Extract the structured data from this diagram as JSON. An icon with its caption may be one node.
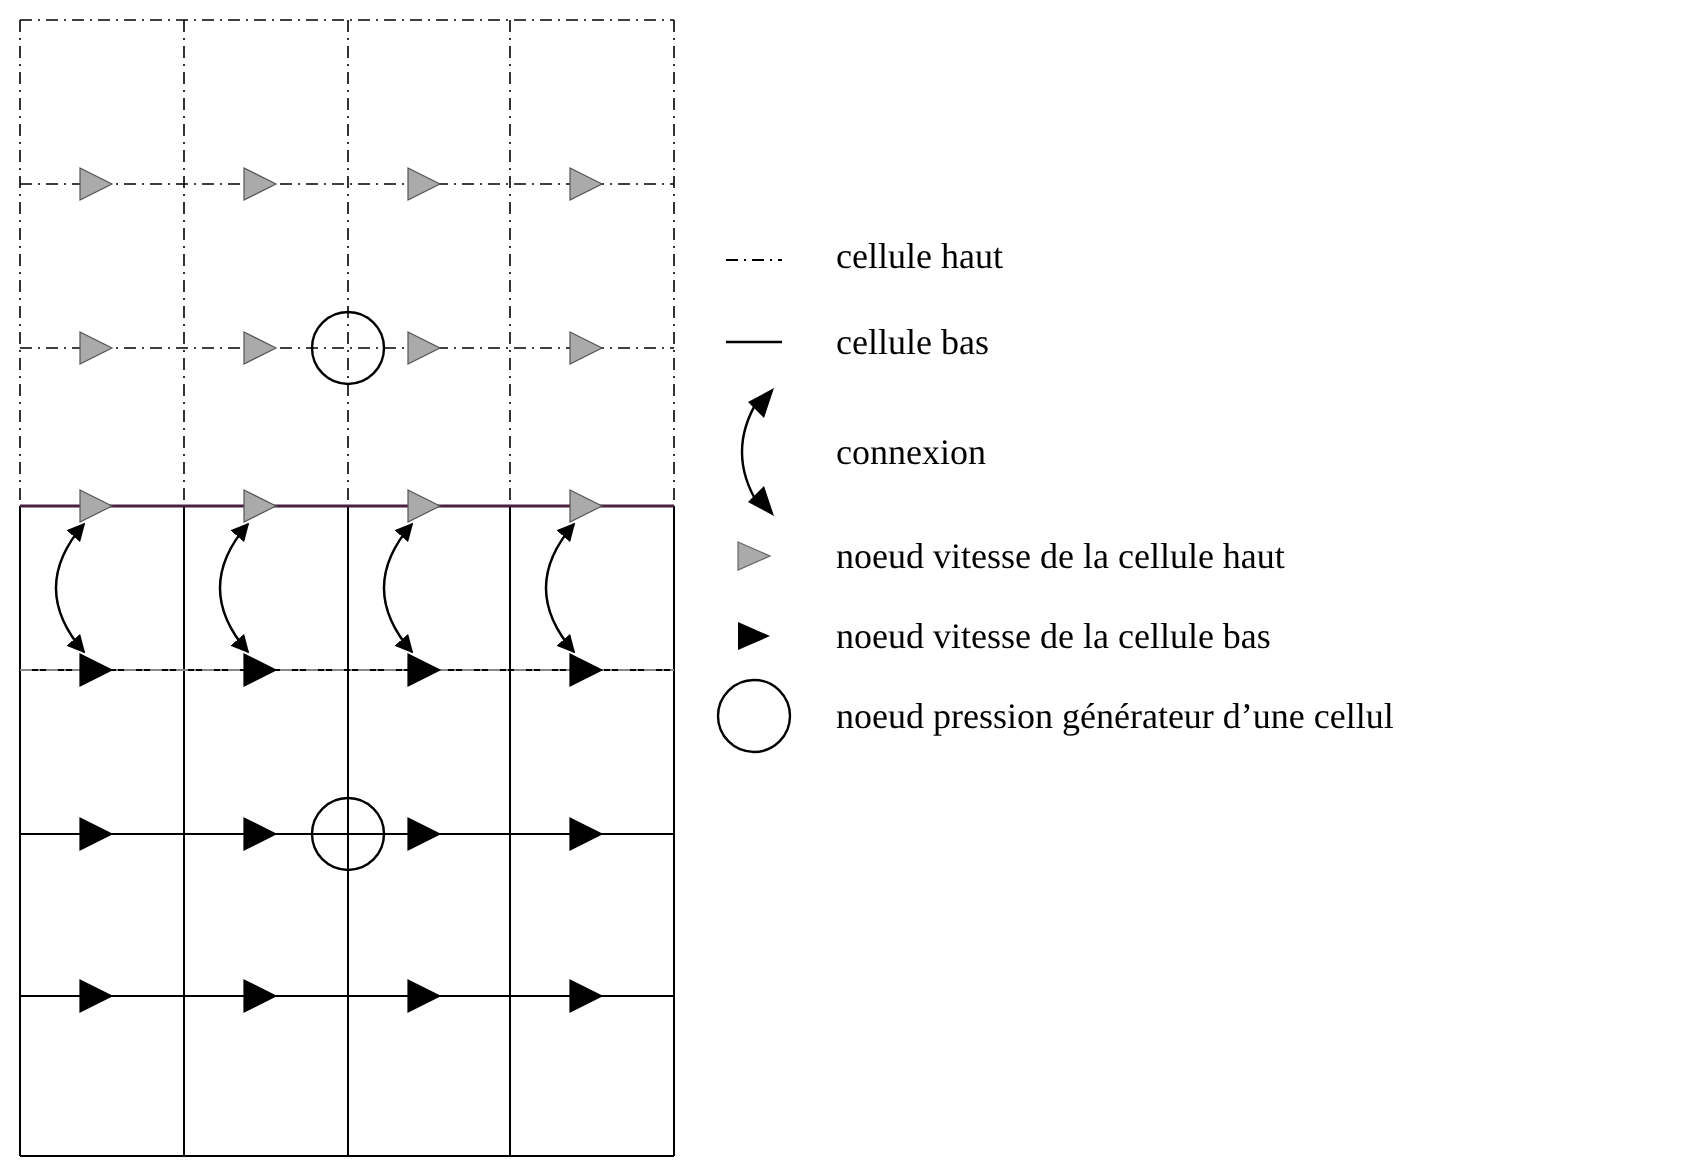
{
  "diagram": {
    "nodes": [
      {
        "text": [],
        "shape": "triangle"
      },
      {
        "text": [],
        "shape": "triangle"
      },
      {
        "text": [],
        "shape": "triangle"
      },
      {
        "text": [],
        "shape": "triangle"
      },
      {
        "text": [],
        "shape": "triangle"
      },
      {
        "text": [],
        "shape": "triangle"
      },
      {
        "text": [],
        "shape": "circle"
      },
      {
        "text": [],
        "shape": "triangle"
      },
      {
        "text": [],
        "shape": "triangle"
      },
      {
        "text": [],
        "shape": "triangle"
      },
      {
        "text": [],
        "shape": "triangle"
      },
      {
        "text": [],
        "shape": "triangle"
      },
      {
        "text": [],
        "shape": "triangle"
      },
      {
        "text": [],
        "shape": "triangle"
      },
      {
        "text": [],
        "shape": "triangle"
      },
      {
        "text": [],
        "shape": "triangle"
      },
      {
        "text": [],
        "shape": "triangle"
      },
      {
        "text": [],
        "shape": "triangle"
      },
      {
        "text": [],
        "shape": "triangle"
      },
      {
        "text": [],
        "shape": "circle"
      },
      {
        "text": [],
        "shape": "triangle"
      },
      {
        "text": [],
        "shape": "triangle"
      },
      {
        "text": [],
        "shape": "triangle"
      },
      {
        "text": [],
        "shape": "triangle"
      },
      {
        "text": [],
        "shape": "triangle"
      },
      {
        "text": [],
        "shape": "triangle"
      }
    ],
    "edges": [
      {
        "from": 9,
        "to": 13,
        "arrow": "both"
      },
      {
        "from": 10,
        "to": 14,
        "arrow": "both"
      },
      {
        "from": 11,
        "to": 15,
        "arrow": "both"
      },
      {
        "from": 12,
        "to": 16,
        "arrow": "both"
      }
    ],
    "legend": [
      {
        "text": "cellule haut"
      },
      {
        "text": "cellule bas"
      },
      {
        "text": "connexion"
      },
      {
        "text": "noeud vitesse de la cellule haut"
      },
      {
        "text": "noeud vitesse de la cellule bas"
      },
      {
        "text": "noeud pression générateur d’une cellul"
      }
    ]
  }
}
